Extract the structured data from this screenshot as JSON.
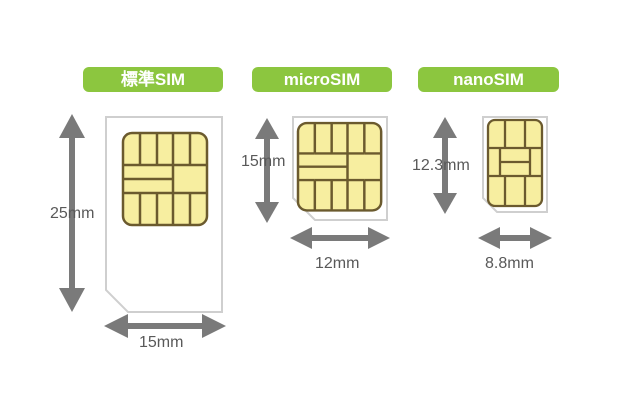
{
  "colors": {
    "badge": "#8cc63f",
    "badge_text": "#ffffff",
    "arrow": "#7a7a7a",
    "card_border": "#cfcfcf",
    "chip_fill": "#f7eea0",
    "chip_stroke": "#6b5a2e",
    "dim_text": "#595959"
  },
  "sims": [
    {
      "name": "標準SIM",
      "height_label": "25mm",
      "width_label": "15mm"
    },
    {
      "name": "microSIM",
      "height_label": "15mm",
      "width_label": "12mm"
    },
    {
      "name": "nanoSIM",
      "height_label": "12.3mm",
      "width_label": "8.8mm"
    }
  ]
}
